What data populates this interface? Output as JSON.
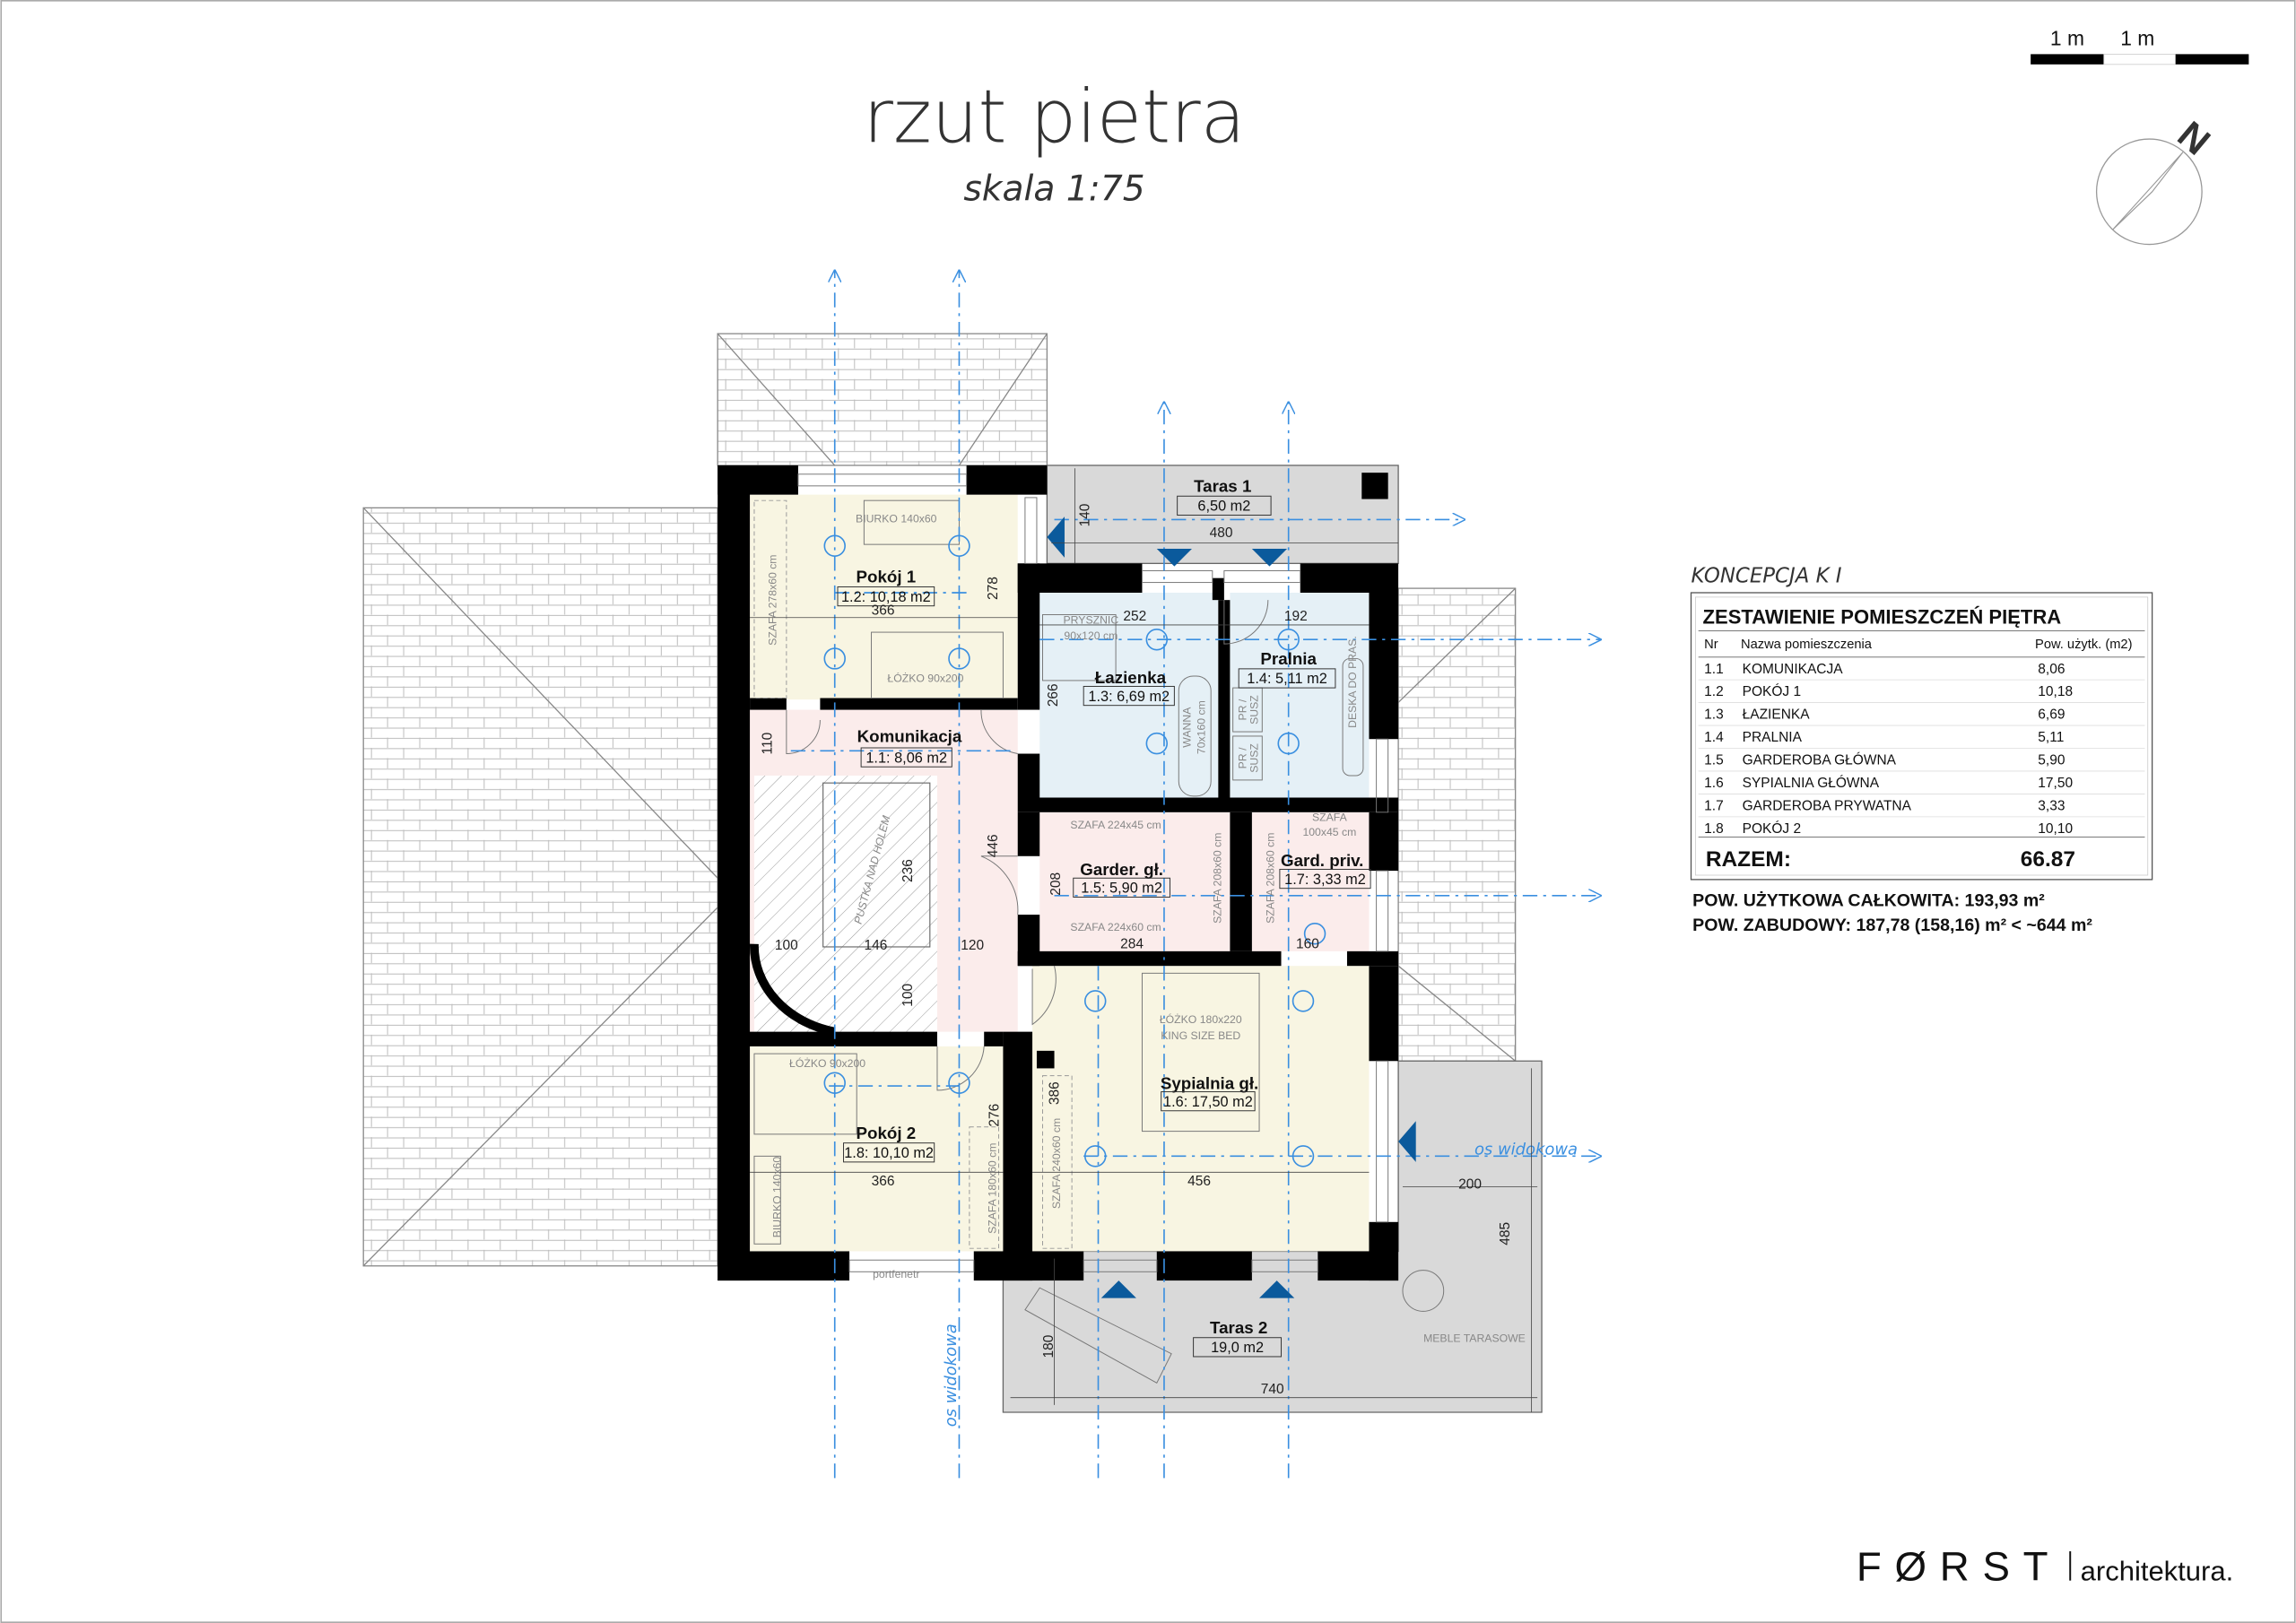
{
  "header": {
    "title": "rzut pietra",
    "subtitle": "skala 1:75"
  },
  "scalebar": {
    "labels": [
      "1 m",
      "1 m"
    ]
  },
  "compass": {
    "north_label": "N"
  },
  "concept": "KONCEPCJA K I",
  "rooms": [
    {
      "name": "Pokój 1",
      "area": "1.2: 10,18 m2"
    },
    {
      "name": "Komunikacja",
      "area": "1.1: 8,06 m2"
    },
    {
      "name": "Łazienka",
      "area": "1.3: 6,69 m2"
    },
    {
      "name": "Pralnia",
      "area": "1.4: 5,11 m2"
    },
    {
      "name": "Garder. gł.",
      "area": "1.5: 5,90 m2"
    },
    {
      "name": "Gard. priv.",
      "area": "1.7: 3,33 m2"
    },
    {
      "name": "Sypialnia gł.",
      "area": "1.6: 17,50 m2"
    },
    {
      "name": "Pokój 2",
      "area": "1.8: 10,10 m2"
    },
    {
      "name": "Taras 1",
      "area": "6,50 m2"
    },
    {
      "name": "Taras 2",
      "area": "19,0 m2"
    }
  ],
  "dims": {
    "taras1_h": "140",
    "taras1_w": "480",
    "pokoj1_h": "278",
    "pokoj1_w": "366",
    "laz_w": "252",
    "pral_w": "192",
    "laz_h": "266",
    "kom_h": "110",
    "kom_h2": "446",
    "pustka_h": "236",
    "stair_w": "100",
    "pustka_w": "146",
    "hall_w": "120",
    "stair_h": "100",
    "garder_h": "208",
    "garder_w": "284",
    "priv_w": "160",
    "syp_h": "386",
    "pokoj2_h": "276",
    "pokoj2_w": "366",
    "syp_w": "456",
    "taras2_side_w": "200",
    "taras2_side_h": "485",
    "taras2_h": "180",
    "taras2_w": "740"
  },
  "furniture": {
    "biurko1": "BIURKO 140x60",
    "szafa1": "SZAFA 278x60 cm",
    "lozko1": "ŁÓŻKO 90x200",
    "prysznic1": "PRYSZNIC",
    "prysznic2": "90x120 cm",
    "wanna1": "WANNA",
    "wanna2": "70x160 cm",
    "prsusz1": "PR /",
    "prsusz2": "SUSZ",
    "deska": "DESKA DO PRAS.",
    "szafa_g1": "SZAFA 224x45 cm",
    "szafa_g2": "SZAFA 224x60 cm",
    "szafa_g3": "SZAFA 208x60 cm",
    "szafa_p1": "SZAFA",
    "szafa_p2": "100x45 cm",
    "szafa_p3": "SZAFA 208x60 cm",
    "pustka": "PUSTKA NAD HOLEM",
    "lozko_k1": "ŁÓŻKO 180x220",
    "lozko_k2": "KING SIZE BED",
    "lozko2": "ŁÓŻKO 90x200",
    "biurko2": "BIURKO 140x60",
    "szafa2": "SZAFA 180x60 cm",
    "szafa3": "SZAFA 240x60 cm",
    "portfenetr": "portfenetr",
    "meble": "MEBLE TARASOWE"
  },
  "axis_labels": [
    "os widokowa",
    "os widokowa"
  ],
  "table": {
    "title": "ZESTAWIENIE POMIESZCZEŃ PIĘTRA",
    "columns": [
      "Nr",
      "Nazwa pomieszczenia",
      "Pow. użytk. (m2)"
    ],
    "rows": [
      {
        "nr": "1.1",
        "name": "KOMUNIKACJA",
        "area": "8,06"
      },
      {
        "nr": "1.2",
        "name": "POKÓJ 1",
        "area": "10,18"
      },
      {
        "nr": "1.3",
        "name": "ŁAZIENKA",
        "area": "6,69"
      },
      {
        "nr": "1.4",
        "name": "PRALNIA",
        "area": "5,11"
      },
      {
        "nr": "1.5",
        "name": "GARDEROBA GŁÓWNA",
        "area": "5,90"
      },
      {
        "nr": "1.6",
        "name": "SYPIALNIA GŁÓWNA",
        "area": "17,50"
      },
      {
        "nr": "1.7",
        "name": "GARDEROBA PRYWATNA",
        "area": "3,33"
      },
      {
        "nr": "1.8",
        "name": "POKÓJ 2",
        "area": "10,10"
      }
    ],
    "total_label": "RAZEM:",
    "total_value": "66.87"
  },
  "summary": [
    "POW. UŻYTKOWA CAŁKOWITA: 193,93 m²",
    "POW. ZABUDOWY: 187,78 (158,16) m² < ~644 m²"
  ],
  "logo": {
    "brand": "FØRST",
    "suffix": "architektura."
  },
  "colors": {
    "cream": "#f8f5e2",
    "pink": "#fbeceb",
    "blue_room": "#e5f0f6",
    "terrace": "#d9d9d9",
    "axis": "#3a8fe0",
    "marker": "#0b5a9c"
  }
}
